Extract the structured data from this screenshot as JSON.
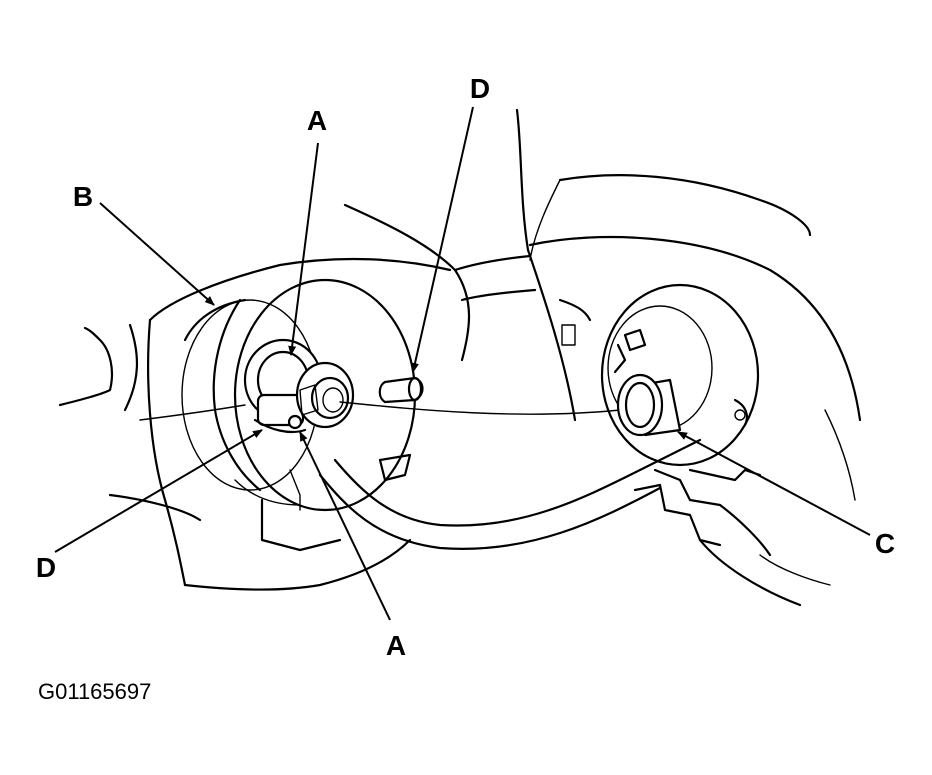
{
  "diagram": {
    "callouts": {
      "a_top": "A",
      "a_bottom": "A",
      "b": "B",
      "c": "C",
      "d_top": "D",
      "d_left": "D"
    },
    "figure_id": "G01165697"
  }
}
